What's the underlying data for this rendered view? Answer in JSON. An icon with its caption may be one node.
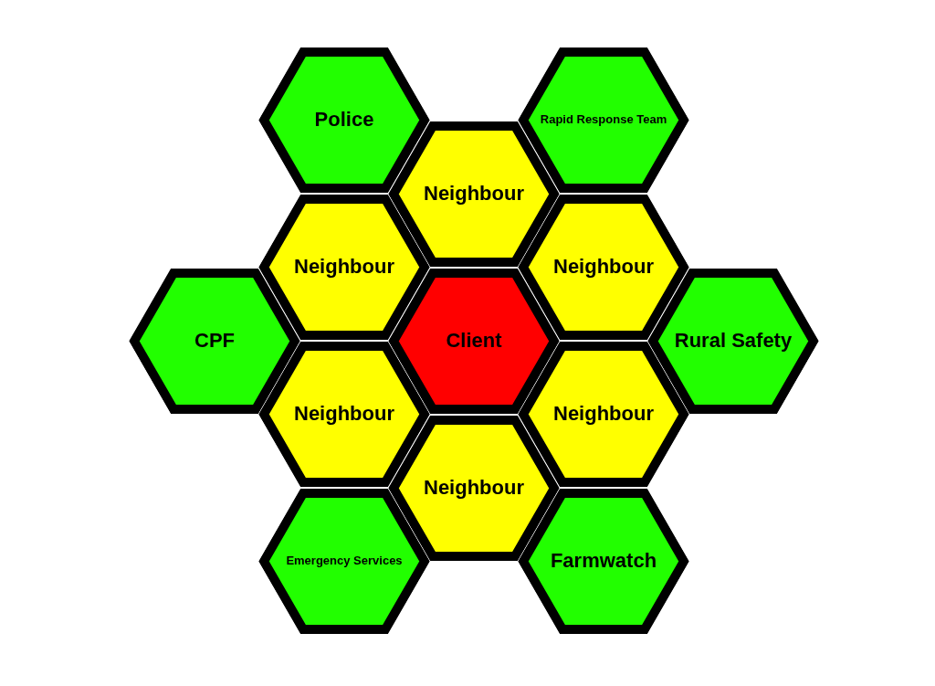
{
  "diagram": {
    "nodes": [
      {
        "text": [
          "Police"
        ]
      },
      {
        "text": [
          "Rapid Response Team"
        ]
      },
      {
        "text": [
          "Neighbour"
        ]
      },
      {
        "text": [
          "Neighbour"
        ]
      },
      {
        "text": [
          "Neighbour"
        ]
      },
      {
        "text": [
          "CPF"
        ]
      },
      {
        "text": [
          "Client"
        ]
      },
      {
        "text": [
          "Rural Safety"
        ]
      },
      {
        "text": [
          "Neighbour"
        ]
      },
      {
        "text": [
          "Neighbour"
        ]
      },
      {
        "text": [
          "Neighbour"
        ]
      },
      {
        "text": [
          "Emergency Services"
        ]
      },
      {
        "text": [
          "Farmwatch"
        ]
      }
    ]
  }
}
